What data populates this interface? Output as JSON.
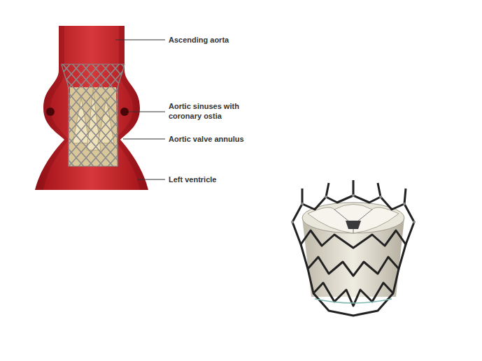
{
  "diagram": {
    "labels": [
      "Ascending aorta",
      "Aortic sinuses with coronary ostia",
      "Aortic valve annulus",
      "Left ventricle"
    ]
  }
}
